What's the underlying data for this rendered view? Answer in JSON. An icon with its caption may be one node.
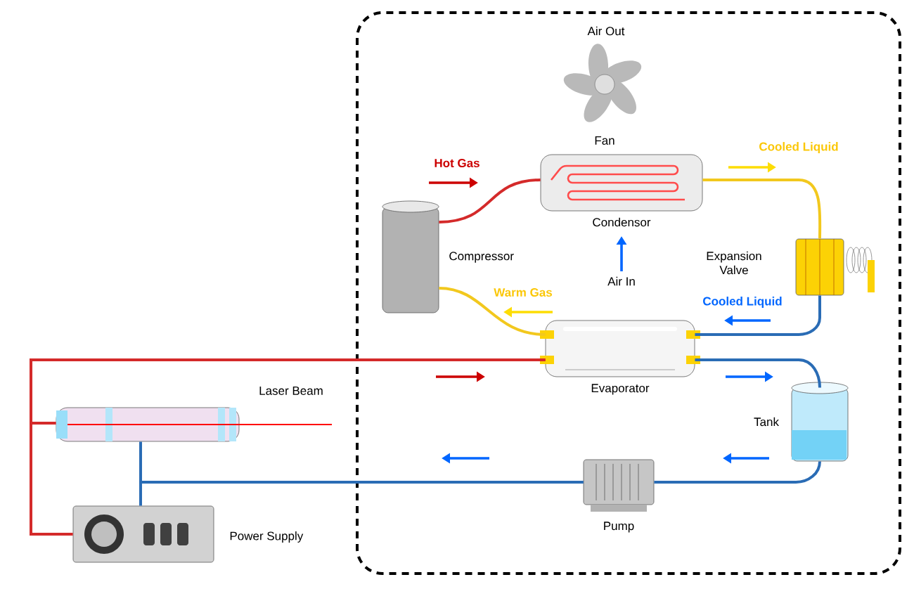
{
  "diagram": {
    "nodes": [
      {
        "text": [],
        "shape": "picture",
        "beside": [
          "Fan"
        ]
      },
      {
        "text": [],
        "shape": "picture",
        "beside": [
          "Condensor"
        ]
      },
      {
        "text": [],
        "shape": "cylinder",
        "beside": [
          "Compressor"
        ]
      },
      {
        "text": [],
        "shape": "picture",
        "beside": [
          "Expansion Valve"
        ]
      },
      {
        "text": [],
        "shape": "picture",
        "beside": [
          "Evaporator"
        ]
      },
      {
        "text": [],
        "shape": "cylinder",
        "beside": [
          "Tank"
        ]
      },
      {
        "text": [],
        "shape": "picture",
        "beside": [
          "Pump"
        ]
      },
      {
        "text": [],
        "shape": "picture",
        "beside": [
          "Laser Beam"
        ]
      },
      {
        "text": [],
        "shape": "picture",
        "beside": [
          "Power Supply"
        ]
      }
    ],
    "edges": [
      {
        "from": 2,
        "to": 1,
        "arrow": "none",
        "color": "#d42a2a"
      },
      {
        "from": 1,
        "to": 3,
        "arrow": "none",
        "color": "#f2c81e"
      },
      {
        "from": 3,
        "to": 4,
        "arrow": "none"
      },
      {
        "from": 4,
        "to": 2,
        "arrow": "none",
        "color": "#f2c81e"
      },
      {
        "from": 4,
        "to": 5,
        "arrow": "none"
      },
      {
        "from": 5,
        "to": 6,
        "arrow": "none"
      },
      {
        "from": 6,
        "to": 7,
        "arrow": "none"
      },
      {
        "from": 6,
        "to": 8,
        "arrow": "none"
      },
      {
        "from": 4,
        "to": 7,
        "arrow": "none",
        "color": "#d42a2a"
      },
      {
        "from": 4,
        "to": 8,
        "arrow": "none",
        "color": "#d42a2a"
      }
    ],
    "labels": [
      "Air Out",
      "Hot Gas",
      "Cooled Liquid",
      "Air In",
      "Warm Gas",
      "Cooled Liquid"
    ]
  }
}
